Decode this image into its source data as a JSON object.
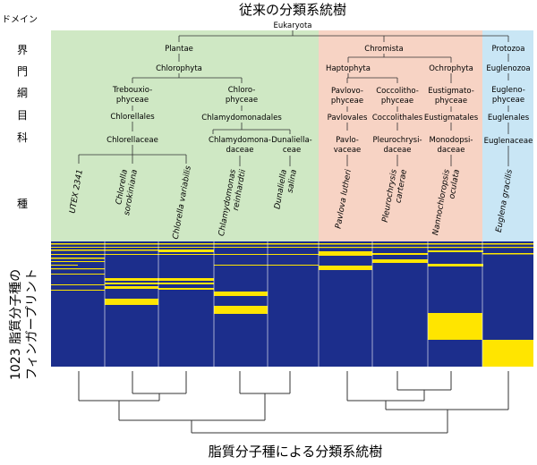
{
  "title_top": "従来の分類系統樹",
  "title_bottom": "脂質分子種による分類系統樹",
  "root": "Eukaryota",
  "rank_labels": {
    "domain": "ドメイン",
    "kingdom": "界",
    "phylum": "門",
    "class": "綱",
    "order": "目",
    "family": "科",
    "species": "種"
  },
  "side_label_line1": "1023 脂質分子種の",
  "side_label_line2": "フィンガープリント",
  "kingdoms": {
    "plantae": "Plantae",
    "chromista": "Chromista",
    "protozoa": "Protozoa"
  },
  "phyla": {
    "chlorophyta": "Chlorophyta",
    "haptophyta": "Haptophyta",
    "ochrophyta": "Ochrophyta",
    "euglenozoa": "Euglenozoa"
  },
  "classes": {
    "trebouxiophyceae_1": "Trebouxio-",
    "trebouxiophyceae_2": "phyceae",
    "chlorophyceae_1": "Chloro-",
    "chlorophyceae_2": "phyceae",
    "pavlovophyceae_1": "Pavlovo-",
    "pavlovophyceae_2": "phyceae",
    "coccolithophyceae_1": "Coccolitho-",
    "coccolithophyceae_2": "phyceae",
    "eustigmatophyceae_1": "Eustigmato-",
    "eustigmatophyceae_2": "phyceae",
    "euglenophyceae_1": "Eugleno-",
    "euglenophyceae_2": "phyceae"
  },
  "orders": {
    "chlorellales": "Chlorellales",
    "chlamydomonadales": "Chlamydomonadales",
    "pavlovales": "Pavlovales",
    "coccolithales": "Coccolithales",
    "eustigmatales": "Eustigmatales",
    "euglenales": "Euglenales"
  },
  "families": {
    "chlorellaceae": "Chlorellaceae",
    "chlamydomonadaceae_1": "Chlamydomona-",
    "chlamydomonadaceae_2": "daceae",
    "dunaliellaceae_1": "Dunaliella-",
    "dunaliellaceae_2": "ceae",
    "pavlovaceae_1": "Pavlo-",
    "pavlovaceae_2": "vaceae",
    "pleurochrysidaceae_1": "Pleurochrysi-",
    "pleurochrysidaceae_2": "daceae",
    "monodopsidaceae_1": "Monodopsi-",
    "monodopsidaceae_2": "daceae",
    "euglenaceae": "Euglenaceae"
  },
  "species": {
    "utex": "UTEX 2341",
    "chlorella_soro_1": "Chlorella",
    "chlorella_soro_2": "sorokiniana",
    "chlorella_var": "Chlorella variabilis",
    "chlamy_1": "Chlamydomonas",
    "chlamy_2": "reinhardtii",
    "dunaliella_1": "Dunaliella",
    "dunaliella_2": "salina",
    "pavlova": "Pavlova lutheri",
    "pleuro_1": "Pleurochrysis",
    "pleuro_2": "carterae",
    "nanno_1": "Nannochloropsis",
    "nanno_2": "oculata",
    "euglena": "Euglena gracilis"
  },
  "colors": {
    "plantae_bg": "#cfe8c4",
    "chromista_bg": "#f7d3c4",
    "protozoa_bg": "#c9e6f5",
    "heatmap_low": "#1c2e8c",
    "heatmap_high": "#ffe500",
    "tree_line": "#333333"
  }
}
